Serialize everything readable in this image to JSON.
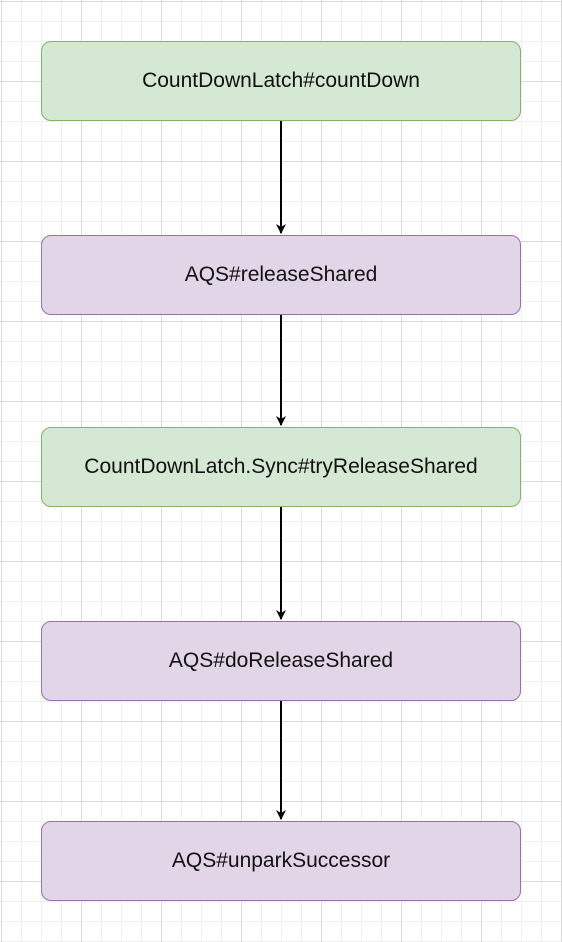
{
  "diagram": {
    "nodes": [
      {
        "id": "n1",
        "label": "CountDownLatch#countDown",
        "style": "green"
      },
      {
        "id": "n2",
        "label": "AQS#releaseShared",
        "style": "purple"
      },
      {
        "id": "n3",
        "label": "CountDownLatch.Sync#tryReleaseShared",
        "style": "green"
      },
      {
        "id": "n4",
        "label": "AQS#doReleaseShared",
        "style": "purple"
      },
      {
        "id": "n5",
        "label": "AQS#unparkSuccessor",
        "style": "purple"
      }
    ],
    "edges": [
      {
        "from": "n1",
        "to": "n2"
      },
      {
        "from": "n2",
        "to": "n3"
      },
      {
        "from": "n3",
        "to": "n4"
      },
      {
        "from": "n4",
        "to": "n5"
      }
    ],
    "colors": {
      "green_fill": "#d5e8d4",
      "green_stroke": "#82b366",
      "purple_fill": "#e1d5e7",
      "purple_stroke": "#9673a6",
      "arrow": "#000000",
      "grid": "#d9d9d9"
    }
  }
}
